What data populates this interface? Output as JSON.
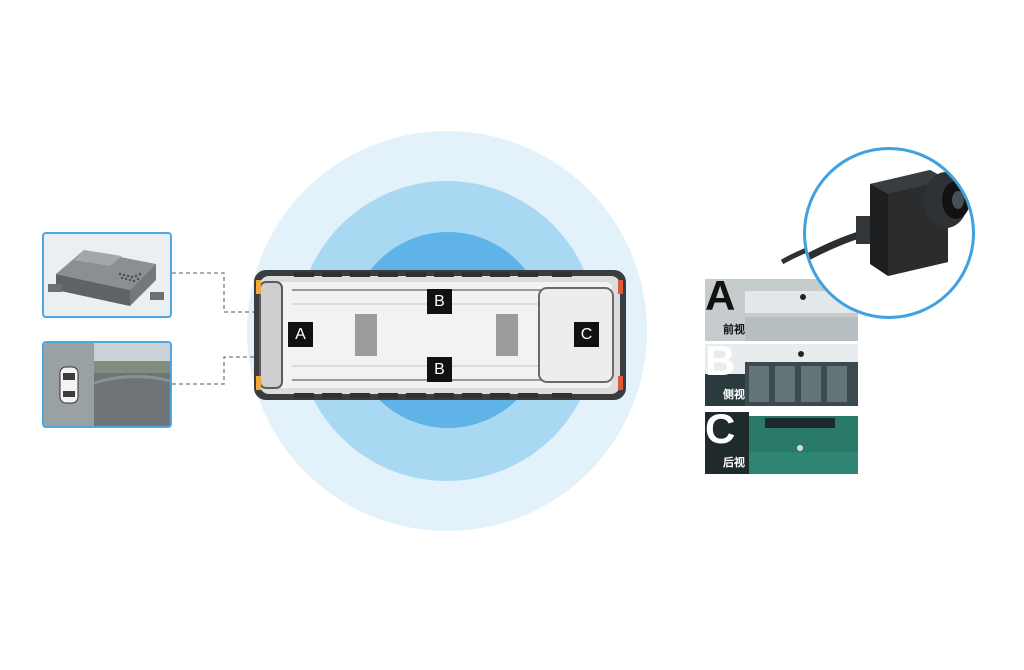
{
  "markers": {
    "front": "A",
    "side_top": "B",
    "side_bottom": "B",
    "rear": "C"
  },
  "strip": {
    "a": {
      "letter": "A",
      "caption": "前视"
    },
    "b": {
      "letter": "B",
      "caption": "侧视"
    },
    "c": {
      "letter": "C",
      "caption": "后视"
    }
  },
  "colors": {
    "ring_outer": "#e2f1fa",
    "ring_mid": "#a8d8f2",
    "ring_inner": "#5fb3e6",
    "accent_border": "#4aa8e2",
    "marker_bg": "#111111"
  },
  "icons": [
    "dvr-box-icon",
    "surround-view-screen-icon",
    "camera-module-icon"
  ]
}
